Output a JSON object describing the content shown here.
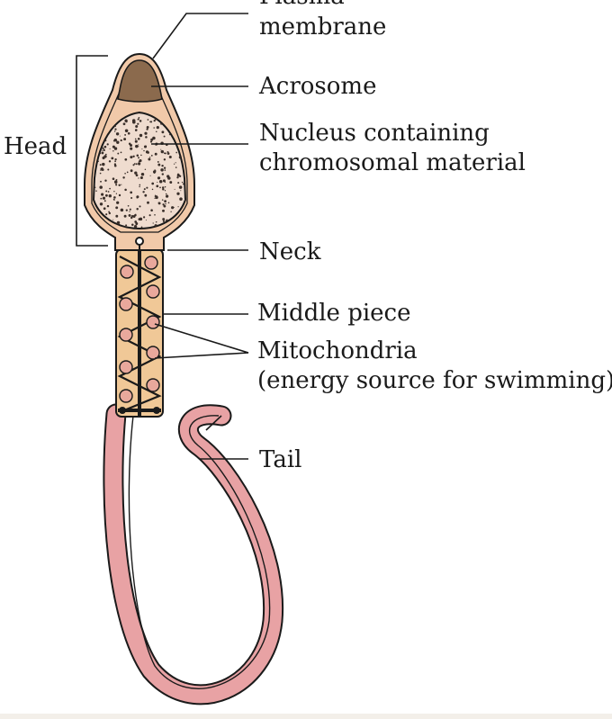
{
  "labels": {
    "plasma_membrane_line1": "Plasma",
    "plasma_membrane_line2": "membrane",
    "acrosome": "Acrosome",
    "nucleus_line1": "Nucleus containing",
    "nucleus_line2": "chromosomal material",
    "head": "Head",
    "neck": "Neck",
    "middle_piece": "Middle piece",
    "mitochondria_line1": "Mitochondria",
    "mitochondria_line2": "(energy source for swimming)",
    "tail": "Tail"
  },
  "colors": {
    "outline": "#1a1a1a",
    "head_fill": "#f1c9a9",
    "acrosome_fill": "#8b6a4d",
    "nucleus_fill": "#efdccf",
    "middle_piece_fill": "#f0c897",
    "mitochondria_fill": "#e9a89c",
    "tail_fill": "#e8a2a4"
  }
}
